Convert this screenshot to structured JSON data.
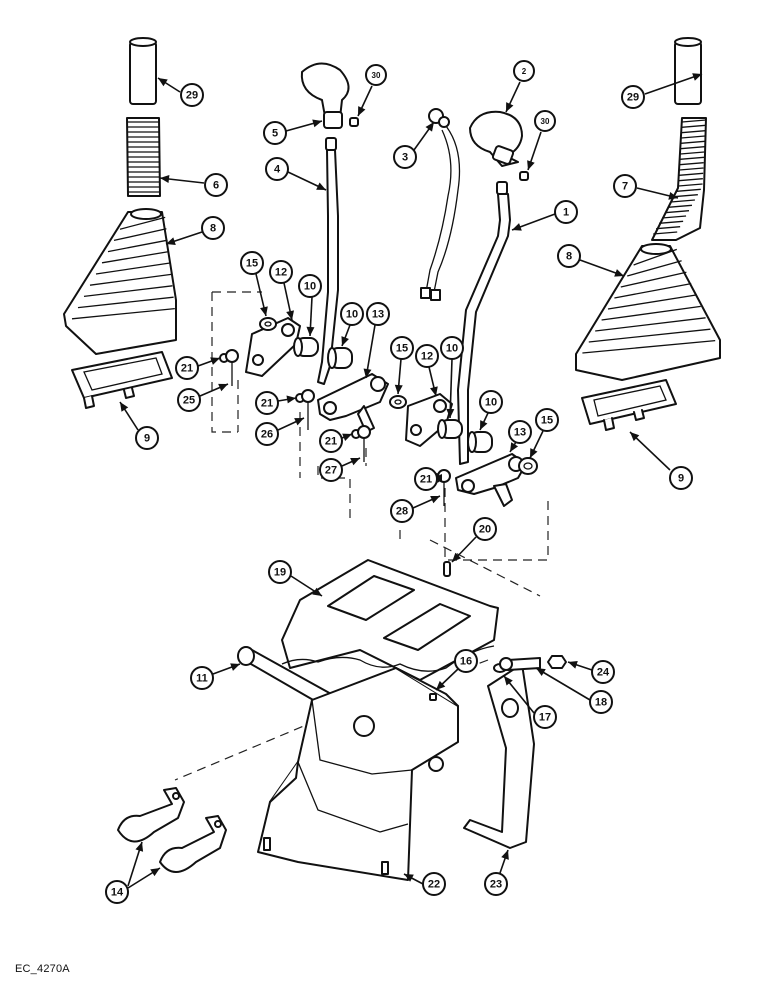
{
  "drawing_code": "EC_4270A",
  "callouts": {
    "c1": "1",
    "c2": "2",
    "c3": "3",
    "c4": "4",
    "c5": "5",
    "c6": "6",
    "c7": "7",
    "c8a": "8",
    "c8b": "8",
    "c9a": "9",
    "c9b": "9",
    "c10a": "10",
    "c10b": "10",
    "c10c": "10",
    "c10d": "10",
    "c11": "11",
    "c12a": "12",
    "c12b": "12",
    "c13a": "13",
    "c13b": "13",
    "c14": "14",
    "c15a": "15",
    "c15b": "15",
    "c15c": "15",
    "c16": "16",
    "c17": "17",
    "c18": "18",
    "c19": "19",
    "c20": "20",
    "c21a": "21",
    "c21b": "21",
    "c21c": "21",
    "c21d": "21",
    "c22": "22",
    "c23": "23",
    "c24": "24",
    "c25": "25",
    "c26": "26",
    "c27": "27",
    "c28": "28",
    "c29a": "29",
    "c29b": "29",
    "c30a": "30",
    "c30b": "30"
  }
}
